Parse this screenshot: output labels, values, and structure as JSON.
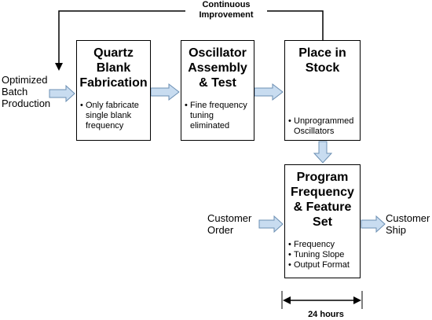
{
  "colors": {
    "stroke": "#000000",
    "block_arrow_fill": "#c8dcf0",
    "block_arrow_stroke": "#6b8fb3"
  },
  "loop_label": "Continuous\nImprovement",
  "inputs": {
    "batch": "Optimized\nBatch\nProduction",
    "order": "Customer\nOrder"
  },
  "outputs": {
    "ship": "Customer\nShip"
  },
  "boxes": {
    "blank": {
      "title": "Quartz\nBlank\nFabrication",
      "bullets": [
        "Only fabricate single blank frequency"
      ]
    },
    "assembly": {
      "title": "Oscillator\nAssembly\n& Test",
      "bullets": [
        "Fine frequency tuning eliminated"
      ]
    },
    "stock": {
      "title": "Place in\nStock",
      "image": "oscillator-chip-icon",
      "bullets": [
        "Unprogrammed Oscillators"
      ]
    },
    "program": {
      "title": "Program\nFrequency\n& Feature\nSet",
      "bullets": [
        "Frequency",
        "Tuning Slope",
        "Output Format"
      ]
    }
  },
  "timing": {
    "label": "24 hours"
  }
}
